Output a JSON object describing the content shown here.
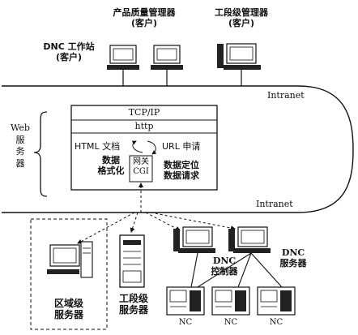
{
  "top_clients": {
    "quality_manager_line1": "产品质量管理器",
    "quality_manager_line2": "(客户)",
    "section_manager_line1": "工段级管理器",
    "section_manager_line2": "(客户)",
    "dnc_workstation_line1": "DNC 工作站",
    "dnc_workstation_line2": "(客户)"
  },
  "networks": {
    "upper_intranet": "Intranet",
    "lower_intranet": "Intranet"
  },
  "web_server": {
    "side_label_line1": "Web",
    "side_label_line2": "服",
    "side_label_line3": "务",
    "side_label_line4": "器",
    "protocol_tcpip": "TCP/IP",
    "protocol_http": "http",
    "html_document": "HTML 文档",
    "url_request": "URL 申请",
    "data_format_line1": "数据",
    "data_format_line2": "格式化",
    "gateway_line1": "网关",
    "gateway_line2": "CGI",
    "data_locate_line1": "数据定位",
    "data_locate_line2": "数据请求"
  },
  "bottom_nodes": {
    "area_server_line1": "区域级",
    "area_server_line2": "服务器",
    "section_server_line1": "工段级",
    "section_server_line2": "服务器",
    "dnc_controller_line1": "DNC",
    "dnc_controller_line2": "控制器",
    "dnc_server_line1": "DNC",
    "dnc_server_line2": "服务器",
    "nc_1": "NC",
    "nc_2": "NC",
    "nc_3": "NC"
  }
}
